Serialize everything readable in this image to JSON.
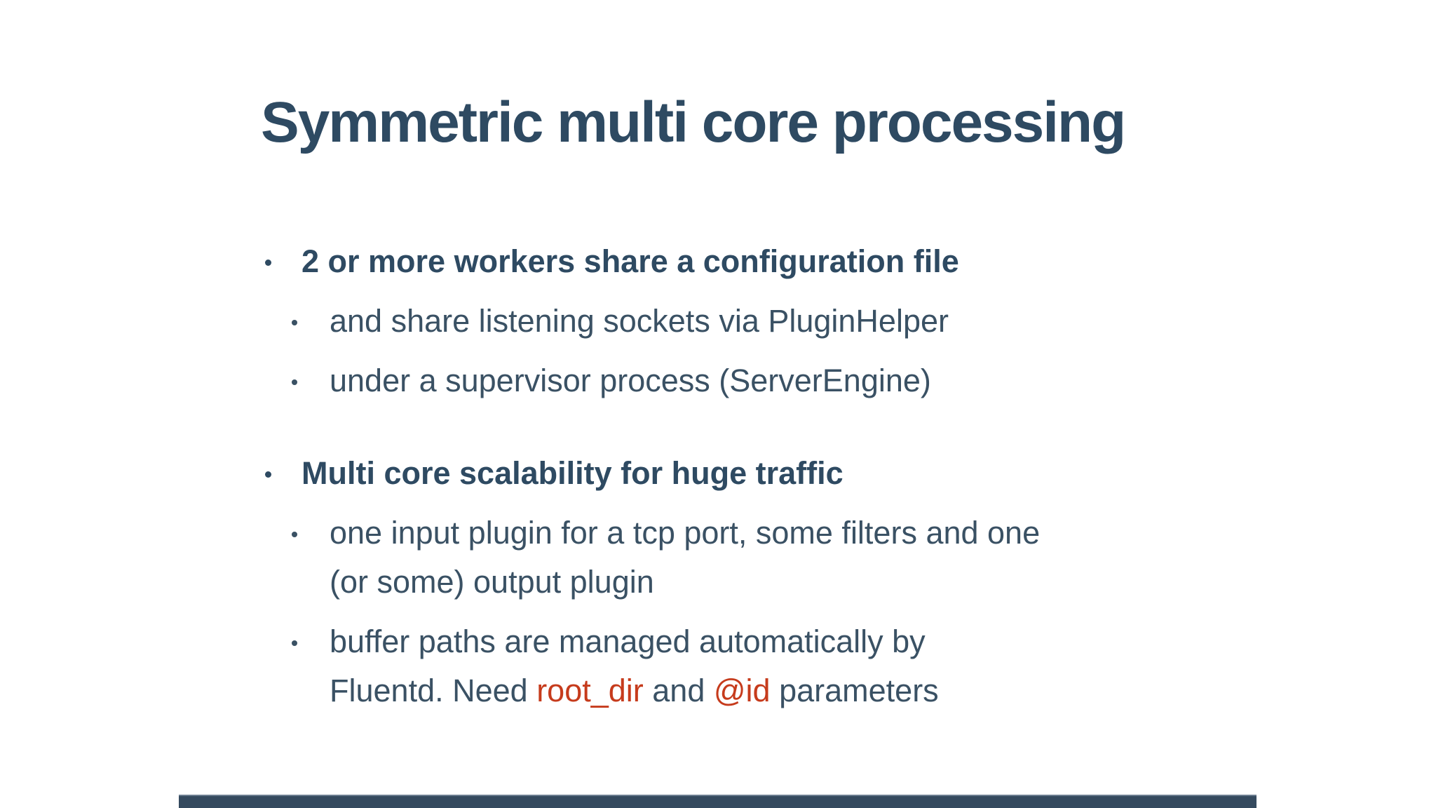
{
  "slide": {
    "title": "Symmetric multi core processing",
    "colors": {
      "background": "#ffffff",
      "title": "#2e4a62",
      "body": "#3a5164",
      "accent": "#c63b1c",
      "footer_bar": "#354a5f"
    },
    "bullets": [
      {
        "level": 1,
        "bold": true,
        "group_start": true,
        "lines": [
          [
            {
              "text": "2 or more workers share a configuration file"
            }
          ]
        ]
      },
      {
        "level": 2,
        "bold": false,
        "lines": [
          [
            {
              "text": "and share listening sockets via PluginHelper"
            }
          ]
        ]
      },
      {
        "level": 2,
        "bold": false,
        "lines": [
          [
            {
              "text": "under a supervisor process (ServerEngine)"
            }
          ]
        ]
      },
      {
        "level": 1,
        "bold": true,
        "group_start": true,
        "lines": [
          [
            {
              "text": "Multi core scalability for huge traffic"
            }
          ]
        ]
      },
      {
        "level": 2,
        "bold": false,
        "lines": [
          [
            {
              "text": "one input plugin for a tcp port, some filters and one"
            }
          ],
          [
            {
              "text": "(or some) output plugin"
            }
          ]
        ]
      },
      {
        "level": 2,
        "bold": false,
        "lines": [
          [
            {
              "text": "buffer paths are managed automatically by"
            }
          ],
          [
            {
              "text": "Fluentd. Need "
            },
            {
              "text": "root_dir",
              "accent": true
            },
            {
              "text": " and "
            },
            {
              "text": "@id",
              "accent": true
            },
            {
              "text": " parameters"
            }
          ]
        ]
      }
    ]
  }
}
